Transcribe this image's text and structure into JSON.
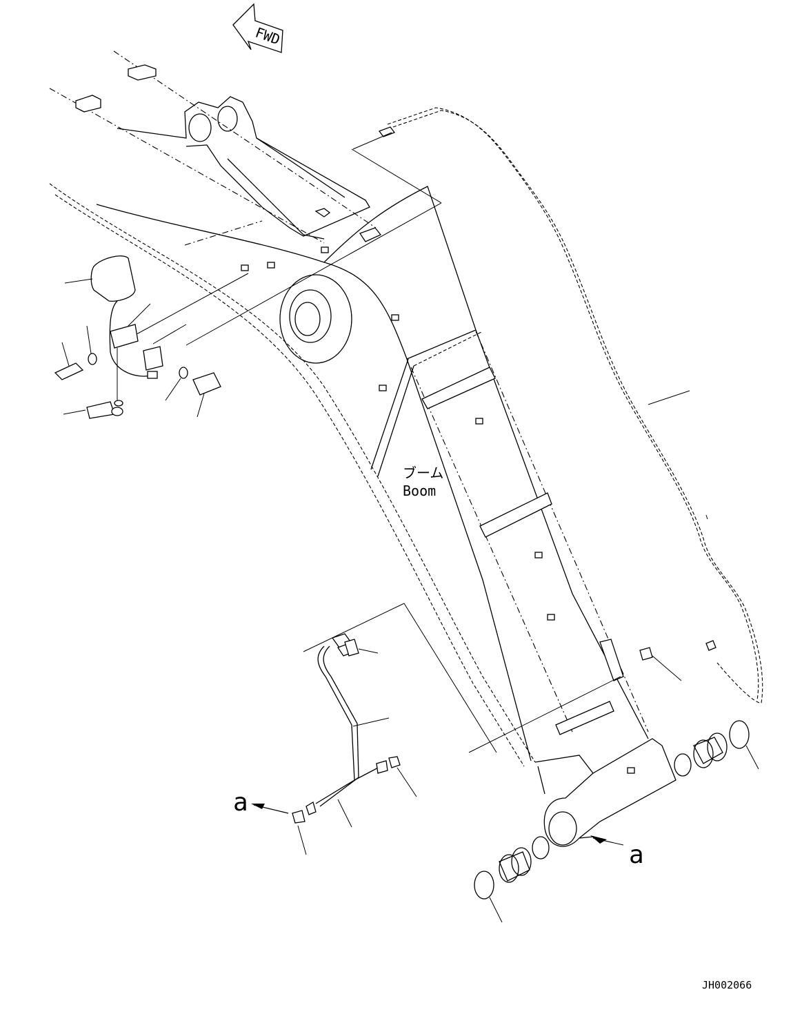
{
  "drawing": {
    "fwd_label": "FWD",
    "boom_label_jp": "ブーム",
    "boom_label_en": "Boom",
    "view_marker_left": "a",
    "view_marker_right": "a",
    "drawing_number": "JH002066"
  }
}
